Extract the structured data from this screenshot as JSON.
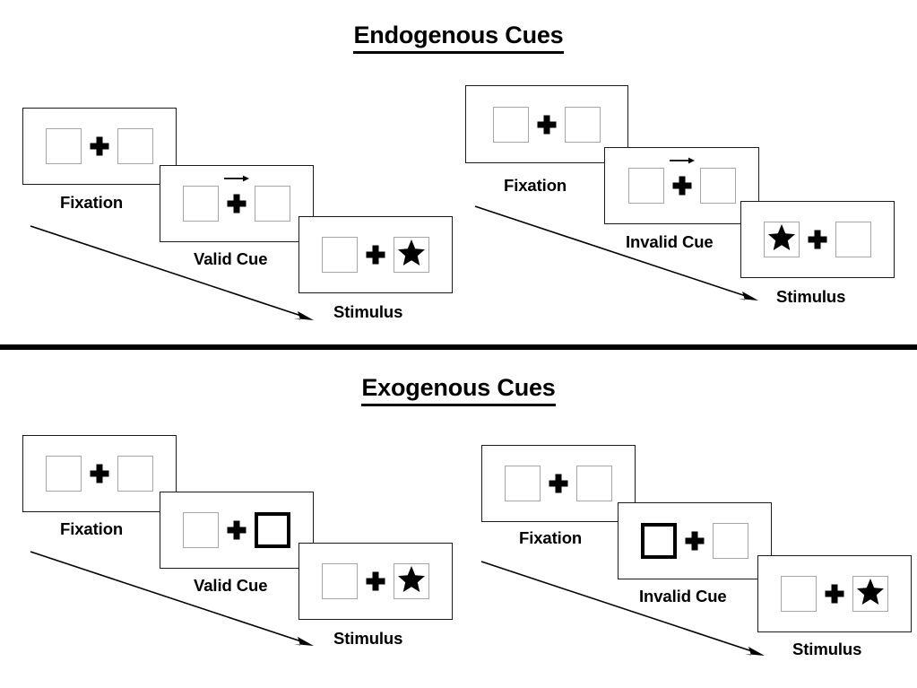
{
  "sections": [
    {
      "id": "endogenous",
      "title": "Endogenous Cues",
      "cue_type": "arrow",
      "columns": [
        {
          "id": "valid",
          "frames": [
            {
              "label": "Fixation",
              "cue": "none",
              "cue_side": "",
              "stimulus_side": ""
            },
            {
              "label": "Valid Cue",
              "cue": "arrow",
              "cue_side": "right",
              "stimulus_side": ""
            },
            {
              "label": "Stimulus",
              "cue": "none",
              "cue_side": "",
              "stimulus_side": "right"
            }
          ]
        },
        {
          "id": "invalid",
          "frames": [
            {
              "label": "Fixation",
              "cue": "none",
              "cue_side": "",
              "stimulus_side": ""
            },
            {
              "label": "Invalid Cue",
              "cue": "arrow",
              "cue_side": "right",
              "stimulus_side": ""
            },
            {
              "label": "Stimulus",
              "cue": "none",
              "cue_side": "",
              "stimulus_side": "left"
            }
          ]
        }
      ]
    },
    {
      "id": "exogenous",
      "title": "Exogenous Cues",
      "cue_type": "box-highlight",
      "columns": [
        {
          "id": "valid",
          "frames": [
            {
              "label": "Fixation",
              "cue": "none",
              "cue_side": "",
              "stimulus_side": ""
            },
            {
              "label": "Valid Cue",
              "cue": "highlight",
              "cue_side": "right",
              "stimulus_side": ""
            },
            {
              "label": "Stimulus",
              "cue": "none",
              "cue_side": "",
              "stimulus_side": "right"
            }
          ]
        },
        {
          "id": "invalid",
          "frames": [
            {
              "label": "Fixation",
              "cue": "none",
              "cue_side": "",
              "stimulus_side": ""
            },
            {
              "label": "Invalid Cue",
              "cue": "highlight",
              "cue_side": "left",
              "stimulus_side": ""
            },
            {
              "label": "Stimulus",
              "cue": "none",
              "cue_side": "",
              "stimulus_side": "right"
            }
          ]
        }
      ]
    }
  ],
  "labels": {
    "endo_title": "Endogenous Cues",
    "exo_title": "Exogenous Cues",
    "fixation": "Fixation",
    "valid_cue": "Valid Cue",
    "invalid_cue": "Invalid Cue",
    "stimulus": "Stimulus"
  },
  "icons": {
    "fixation_cross": "plus-icon",
    "arrow_cue": "right-arrow-cue-icon",
    "target": "star-icon",
    "time_arrow": "time-flow-arrow-icon"
  },
  "colors": {
    "ink": "#000000",
    "frame_border": "#1a1a1a",
    "box_border": "#a6a6a6",
    "cued_box_border": "#000000",
    "background": "#ffffff"
  }
}
